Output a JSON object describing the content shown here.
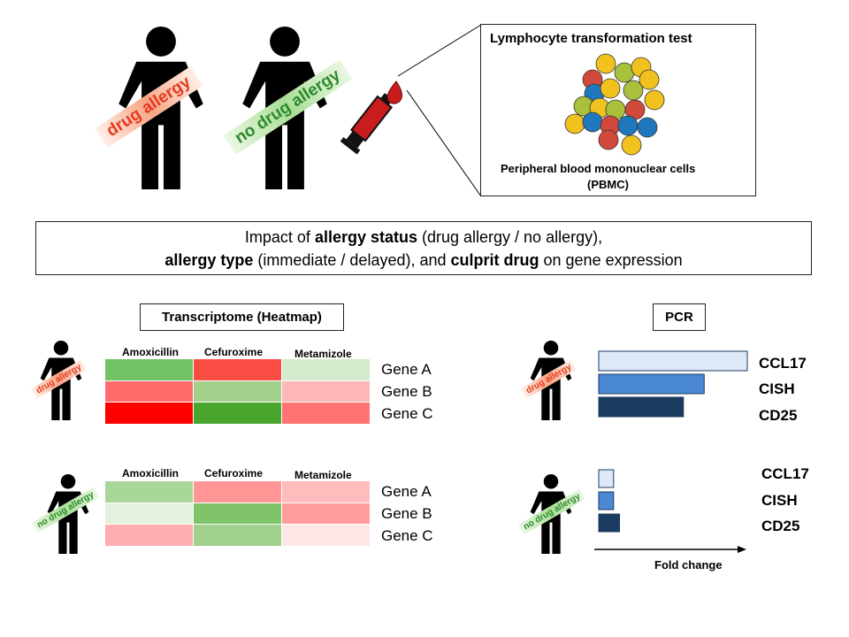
{
  "top": {
    "label_drug_allergy": "drug allergy",
    "label_no_drug_allergy": "no drug allergy",
    "ltt_title": "Lymphocyte transformation test",
    "pbmc_line1": "Peripheral blood mononuclear cells",
    "pbmc_line2": "(PBMC)"
  },
  "impact": {
    "l1_pre": "Impact of ",
    "l1_b1": "allergy status",
    "l1_post": " (drug allergy / no allergy),",
    "l2_b1": "allergy type",
    "l2_mid": " (immediate / delayed), and ",
    "l2_b2": "culprit drug",
    "l2_post": " on gene expression"
  },
  "transcriptome": {
    "title": "Transcriptome (Heatmap)",
    "drugs": [
      "Amoxicillin",
      "Cefuroxime",
      "Metamizole"
    ],
    "allergy": {
      "tag": "drug allergy",
      "genes": [
        "Gene A",
        "Gene B",
        "Gene C"
      ],
      "cells": [
        [
          "#72c165",
          "#f94c43",
          "#d2ebca"
        ],
        [
          "#ff6b6b",
          "#a3d08b",
          "#ffb8b8"
        ],
        [
          "#ff0000",
          "#4aa52f",
          "#ff7373"
        ]
      ]
    },
    "no_allergy": {
      "tag": "no drug allergy",
      "genes": [
        "Gene A",
        "Gene B",
        "Gene C"
      ],
      "cells": [
        [
          "#a9d799",
          "#ff9595",
          "#ffbcbc"
        ],
        [
          "#e5f1dd",
          "#7fc46b",
          "#ff9d9d"
        ],
        [
          "#ffadb0",
          "#a2d08f",
          "#ffe6e6"
        ]
      ]
    }
  },
  "pcr": {
    "title": "PCR",
    "xlabel": "Fold change",
    "allergy": {
      "tag": "drug allergy",
      "genes": [
        "CCL17",
        "CISH",
        "CD25"
      ],
      "values": [
        1.0,
        0.71,
        0.57
      ],
      "colors": [
        "#dde9f7",
        "#4a88d4",
        "#1b3a60"
      ]
    },
    "no_allergy": {
      "tag": "no drug allergy",
      "genes": [
        "CCL17",
        "CISH",
        "CD25"
      ],
      "values": [
        0.1,
        0.1,
        0.14
      ],
      "colors": [
        "#dde9f7",
        "#4a88d4",
        "#1b3a60"
      ]
    }
  }
}
